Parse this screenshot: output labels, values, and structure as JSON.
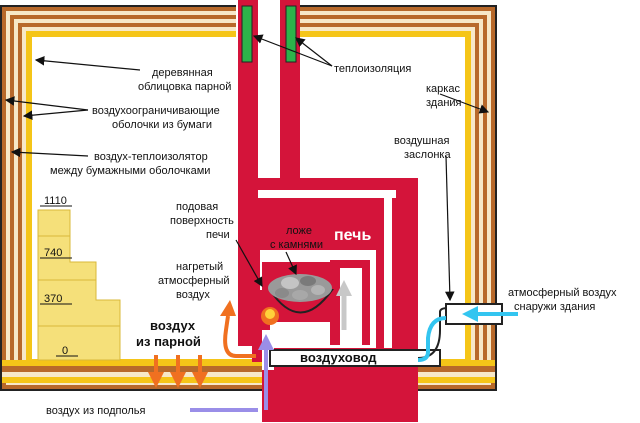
{
  "labels": {
    "wood_lining": [
      "деревянная",
      "облицовка парной"
    ],
    "paper_shells": [
      "воздухоограничивающие",
      "оболочки из бумаги"
    ],
    "air_insulator": [
      "воздух-теплоизолятор",
      "между бумажными оболочками"
    ],
    "thermal_insulation": "теплоизоляция",
    "building_frame": [
      "каркас",
      "здания"
    ],
    "air_damper": [
      "воздушная",
      "заслонка"
    ],
    "hearth_surface": [
      "подовая",
      "поверхность",
      "печи"
    ],
    "stone_bed": [
      "ложе",
      "с камнями"
    ],
    "stove": "печь",
    "heated_air": [
      "нагретый",
      "атмосферный",
      "воздух"
    ],
    "steam_room_air": [
      "воздух",
      "из парной"
    ],
    "air_duct": "воздуховод",
    "outside_air": [
      "атмосферный воздух",
      "снаружи здания"
    ],
    "underfloor_air": "воздух из подполья",
    "steps": [
      "1110",
      "740",
      "370",
      "0"
    ]
  },
  "colors": {
    "wall_brown": "#b8692a",
    "wall_beige": "#f7e8c8",
    "paper_yellow": "#f5c518",
    "stove_red": "#d4143a",
    "insulation_green": "#2db34a",
    "outline_dark": "#222222",
    "heat_orange": "#f07020",
    "cold_cyan": "#33c5f0",
    "underfloor_violet": "#9a8ee8",
    "steam_grey": "#c8c8c8"
  }
}
